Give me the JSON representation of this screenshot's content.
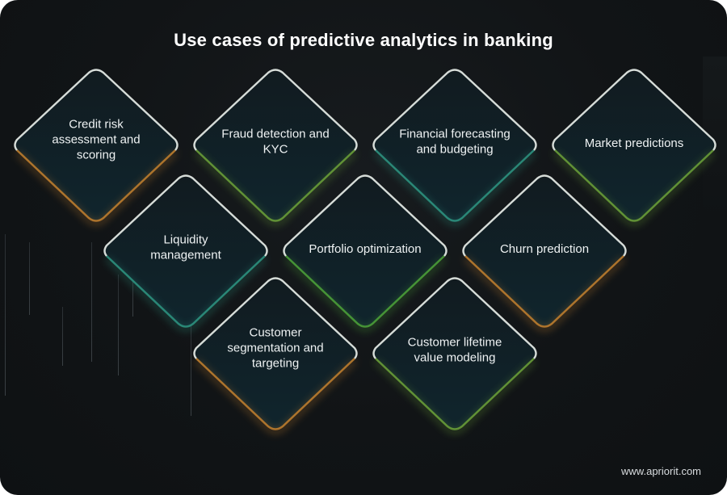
{
  "title": "Use cases of predictive analytics in banking",
  "footer": "www.apriorit.com",
  "colors": {
    "background": "#111416",
    "tile_fill": "#10242b",
    "tile_border": "#d6dcd8",
    "glow_orange": "#c9842f",
    "glow_green": "#6fa63a",
    "glow_teal": "#2f9a86"
  },
  "tiles": [
    {
      "label": "Credit risk assessment and scoring",
      "row": 1,
      "glow": "orange"
    },
    {
      "label": "Fraud detection and KYC",
      "row": 1,
      "glow": "green"
    },
    {
      "label": "Financial forecasting and budgeting",
      "row": 1,
      "glow": "teal"
    },
    {
      "label": "Market predictions",
      "row": 1,
      "glow": "green"
    },
    {
      "label": "Liquidity management",
      "row": 2,
      "glow": "teal"
    },
    {
      "label": "Portfolio optimization",
      "row": 2,
      "glow": "green"
    },
    {
      "label": "Churn prediction",
      "row": 2,
      "glow": "orange"
    },
    {
      "label": "Customer segmentation and targeting",
      "row": 3,
      "glow": "orange"
    },
    {
      "label": "Customer lifetime value modeling",
      "row": 3,
      "glow": "green"
    }
  ]
}
